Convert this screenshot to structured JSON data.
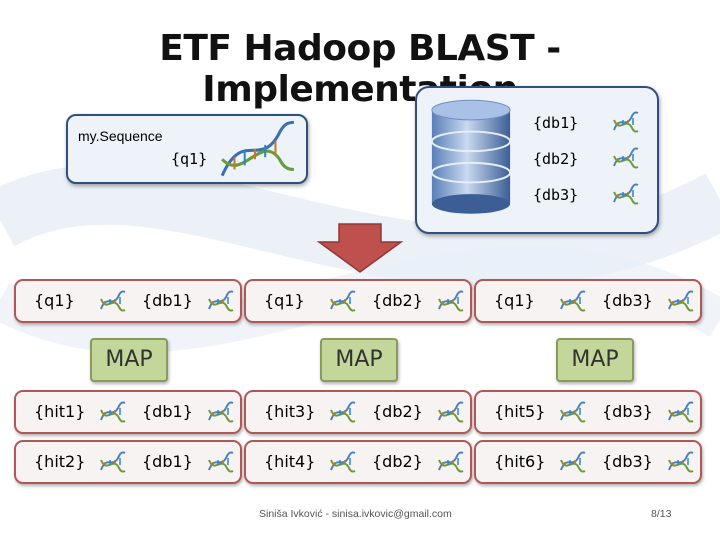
{
  "title": "ETF Hadoop BLAST - Implementation",
  "sequence_panel": {
    "label": "my.Sequence",
    "query": "{q1}"
  },
  "database_panel": {
    "items": [
      "{db1}",
      "{db2}",
      "{db3}"
    ]
  },
  "map_groups": [
    {
      "input": {
        "query": "{q1}",
        "db": "{db1}"
      },
      "label": "MAP",
      "outputs": [
        {
          "hit": "{hit1}",
          "db": "{db1}"
        },
        {
          "hit": "{hit2}",
          "db": "{db1}"
        }
      ]
    },
    {
      "input": {
        "query": "{q1}",
        "db": "{db2}"
      },
      "label": "MAP",
      "outputs": [
        {
          "hit": "{hit3}",
          "db": "{db2}"
        },
        {
          "hit": "{hit4}",
          "db": "{db2}"
        }
      ]
    },
    {
      "input": {
        "query": "{q1}",
        "db": "{db3}"
      },
      "label": "MAP",
      "outputs": [
        {
          "hit": "{hit5}",
          "db": "{db3}"
        },
        {
          "hit": "{hit6}",
          "db": "{db3}"
        }
      ]
    }
  ],
  "footer": {
    "author": "Siniša Ivković - sinisa.ivkovic@gmail.com",
    "page": "8/13"
  },
  "colors": {
    "accent_border": "#b05858",
    "map_fill": "#c4d79b",
    "panel_border": "#2f4f7f",
    "arrow": "#c0504d"
  },
  "icons": {
    "dna": "dna-helix-icon",
    "database": "database-cylinder-icon",
    "arrow": "down-arrow-icon"
  }
}
